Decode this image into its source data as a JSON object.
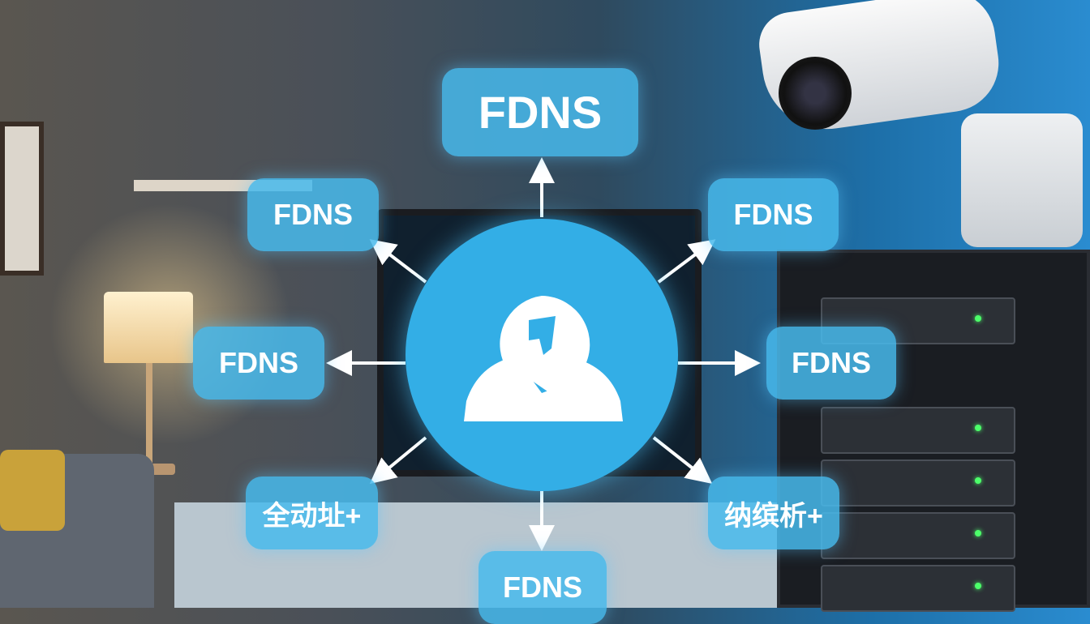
{
  "hub": {
    "icon": "user-chat-bolt-icon"
  },
  "labels": {
    "top": "FDNS",
    "upper_left": "FDNS",
    "upper_right": "FDNS",
    "middle_left": "FDNS",
    "middle_right": "FDNS",
    "lower_left": "全动址+",
    "lower_right": "纳缤析+",
    "bottom": "FDNS"
  },
  "colors": {
    "accent": "#33aee6",
    "label_bg": "#48baec"
  }
}
